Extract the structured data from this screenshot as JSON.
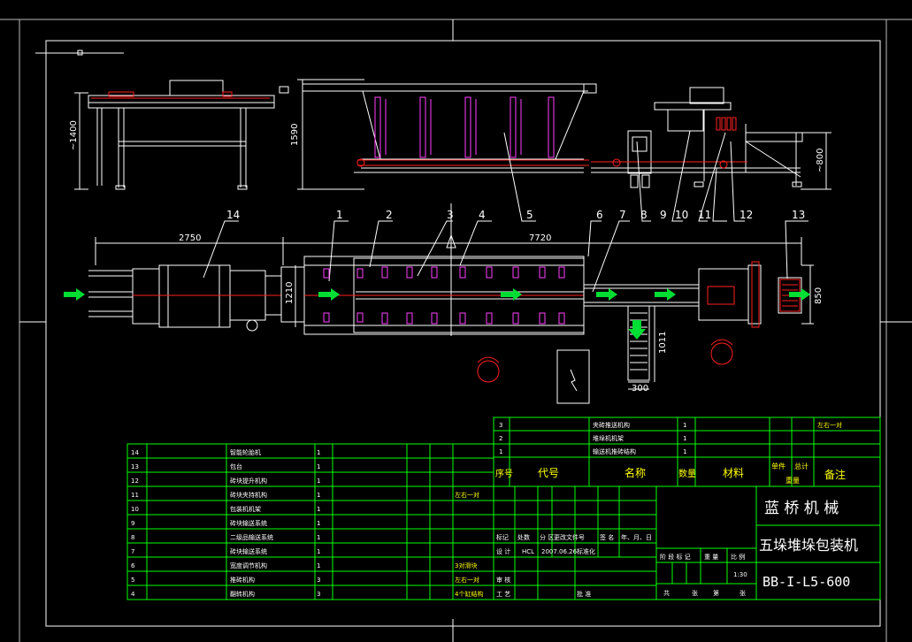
{
  "dimensions": {
    "height_left": "~1400",
    "height_mid": "1590",
    "height_right": "~800",
    "len_left": "2750",
    "len_main": "7720",
    "width_left": "1210",
    "width_right": "850",
    "branch_len": "1011",
    "branch_width": "300"
  },
  "callouts": [
    "14",
    "1",
    "2",
    "3",
    "4",
    "5",
    "6",
    "7",
    "8",
    "9",
    "10",
    "11",
    "12",
    "13"
  ],
  "parts_table": {
    "rows": [
      {
        "no": "14",
        "name": "智能轮胎机",
        "qty": "1",
        "note": ""
      },
      {
        "no": "13",
        "name": "包台",
        "qty": "1",
        "note": ""
      },
      {
        "no": "12",
        "name": "砖块提升机构",
        "qty": "1",
        "note": ""
      },
      {
        "no": "11",
        "name": "砖块夹持机构",
        "qty": "1",
        "note": ""
      },
      {
        "no": "10",
        "name": "包装机机架",
        "qty": "1",
        "note": ""
      },
      {
        "no": "9",
        "name": "砖块输送系统",
        "qty": "1",
        "note": ""
      },
      {
        "no": "8",
        "name": "二级品输送系统",
        "qty": "1",
        "note": ""
      },
      {
        "no": "7",
        "name": "砖块输送系统",
        "qty": "1",
        "note": ""
      },
      {
        "no": "6",
        "name": "宽度调节机构",
        "qty": "1",
        "note": "3对滑块"
      },
      {
        "no": "5",
        "name": "推砖机构",
        "qty": "3",
        "note": "左右一对"
      },
      {
        "no": "4",
        "name": "翻转机构",
        "qty": "3",
        "note": "4个缸结构"
      }
    ]
  },
  "top_table": {
    "rows": [
      {
        "no": "3",
        "name": "夹砖推送机构",
        "qty": "1",
        "note": "左右一对"
      },
      {
        "no": "2",
        "name": "堆垛机机架",
        "qty": "1",
        "note": ""
      },
      {
        "no": "1",
        "name": "输送机推砖结构",
        "qty": "1",
        "note": ""
      }
    ],
    "header": {
      "seq": "序号",
      "code": "代号",
      "name": "名称",
      "qty": "数量",
      "material": "材料",
      "unit": "单件",
      "total": "总计",
      "weight": "重量",
      "remark": "备注"
    }
  },
  "title_block": {
    "company": "蓝 桥 机 械",
    "product": "五垛堆垛包装机",
    "drawing_no": "BB-I-L5-600",
    "scale": "1:30",
    "row_labels": [
      "标记",
      "处数",
      "分 区",
      "更改文件号",
      "签 名",
      "年、月、日"
    ],
    "design_label": "设 计",
    "designer": "HCL",
    "date": "2007.06.26",
    "std_label": "标准化",
    "review_label": "审 核",
    "process_label": "工 艺",
    "approve_label": "批 准",
    "stage_labels": [
      "阶 段 标 记",
      "重 量",
      "比 例"
    ],
    "sheet_labels": [
      "共",
      "张",
      "第",
      "张"
    ]
  },
  "colors": {
    "frame": "#ffffff",
    "machine": "#ffffff",
    "guides": "#ff2020",
    "magenta": "#ff40ff",
    "table": "#00ff00",
    "arrow": "#00dd33",
    "yellow": "#ffff00"
  }
}
